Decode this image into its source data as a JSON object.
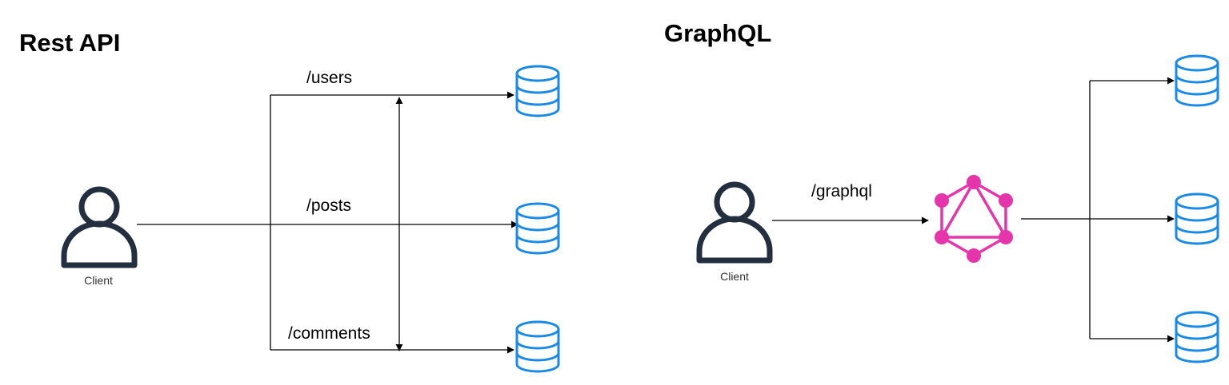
{
  "rest": {
    "title": "Rest API",
    "client_label": "Client",
    "endpoints": [
      "/users",
      "/posts",
      "/comments"
    ]
  },
  "graphql": {
    "title": "GraphQL",
    "client_label": "Client",
    "endpoint": "/graphql"
  },
  "colors": {
    "user_icon": "#232f3e",
    "database_icon": "#1a8ae5",
    "graphql_logo": "#e535ab",
    "connector": "#000000"
  },
  "icons": {
    "client": "user-icon",
    "store": "database-icon",
    "server": "graphql-logo-icon"
  }
}
